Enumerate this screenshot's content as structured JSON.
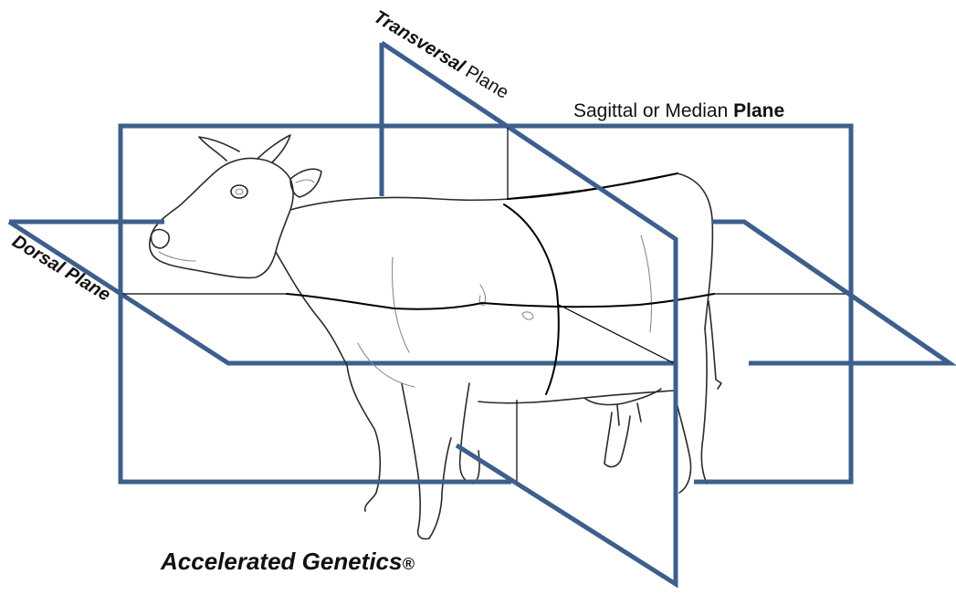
{
  "labels": {
    "transversal_bold": "Transversal",
    "transversal_rest": "Plane",
    "sagittal_main": "Sagittal or Median ",
    "sagittal_bold": "Plane",
    "dorsal": "Dorsal Plane"
  },
  "brand": {
    "name": "Accelerated Genetics",
    "mark": "®"
  },
  "colors": {
    "plane_stroke": "#3d5f8c",
    "outline": "#2a2a2a",
    "background": "#ffffff"
  }
}
